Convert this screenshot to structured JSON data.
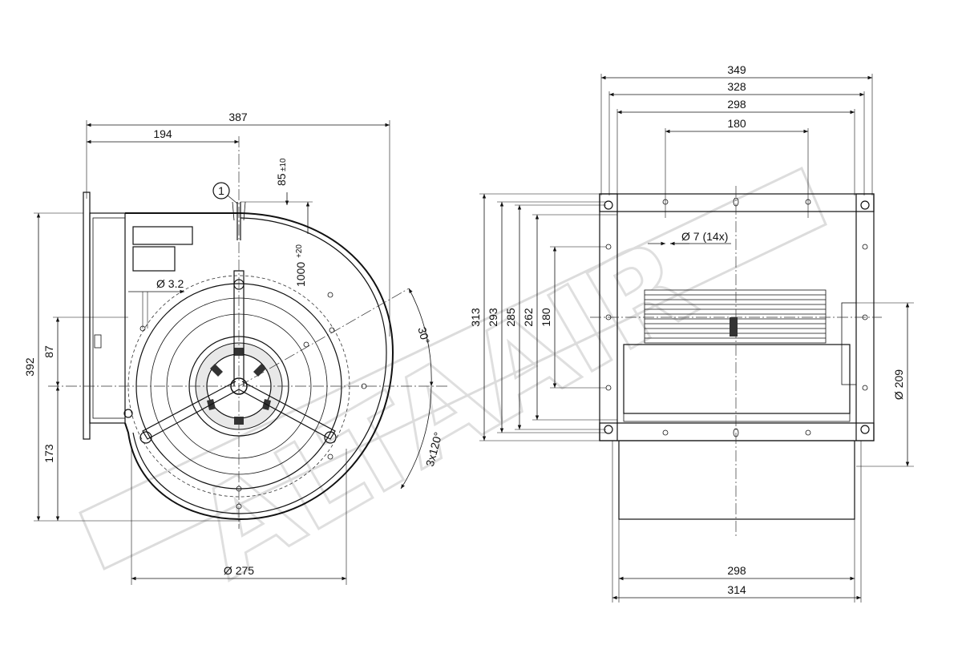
{
  "watermark": "ALTAAIR",
  "front_view": {
    "dims": {
      "overall_width": "387",
      "half_width": "194",
      "cable_offset": "85",
      "cable_offset_tol": "±10",
      "cable_length": "1000",
      "cable_length_tol": "+20",
      "callout_number": "1",
      "hole_dia": "Ø 3.2",
      "height_total": "392",
      "height_upper": "87",
      "height_lower": "173",
      "angle_30": "30°",
      "angle_3x120": "3x120°",
      "impeller_dia": "Ø 275"
    }
  },
  "side_view": {
    "dims": {
      "w349": "349",
      "w328": "328",
      "w298_top": "298",
      "w180": "180",
      "hole_note": "Ø 7 (14x)",
      "h313": "313",
      "h293": "293",
      "h285": "285",
      "h262": "262",
      "h180": "180",
      "inlet_dia": "Ø 209",
      "w298_bottom": "298",
      "w314": "314"
    }
  }
}
